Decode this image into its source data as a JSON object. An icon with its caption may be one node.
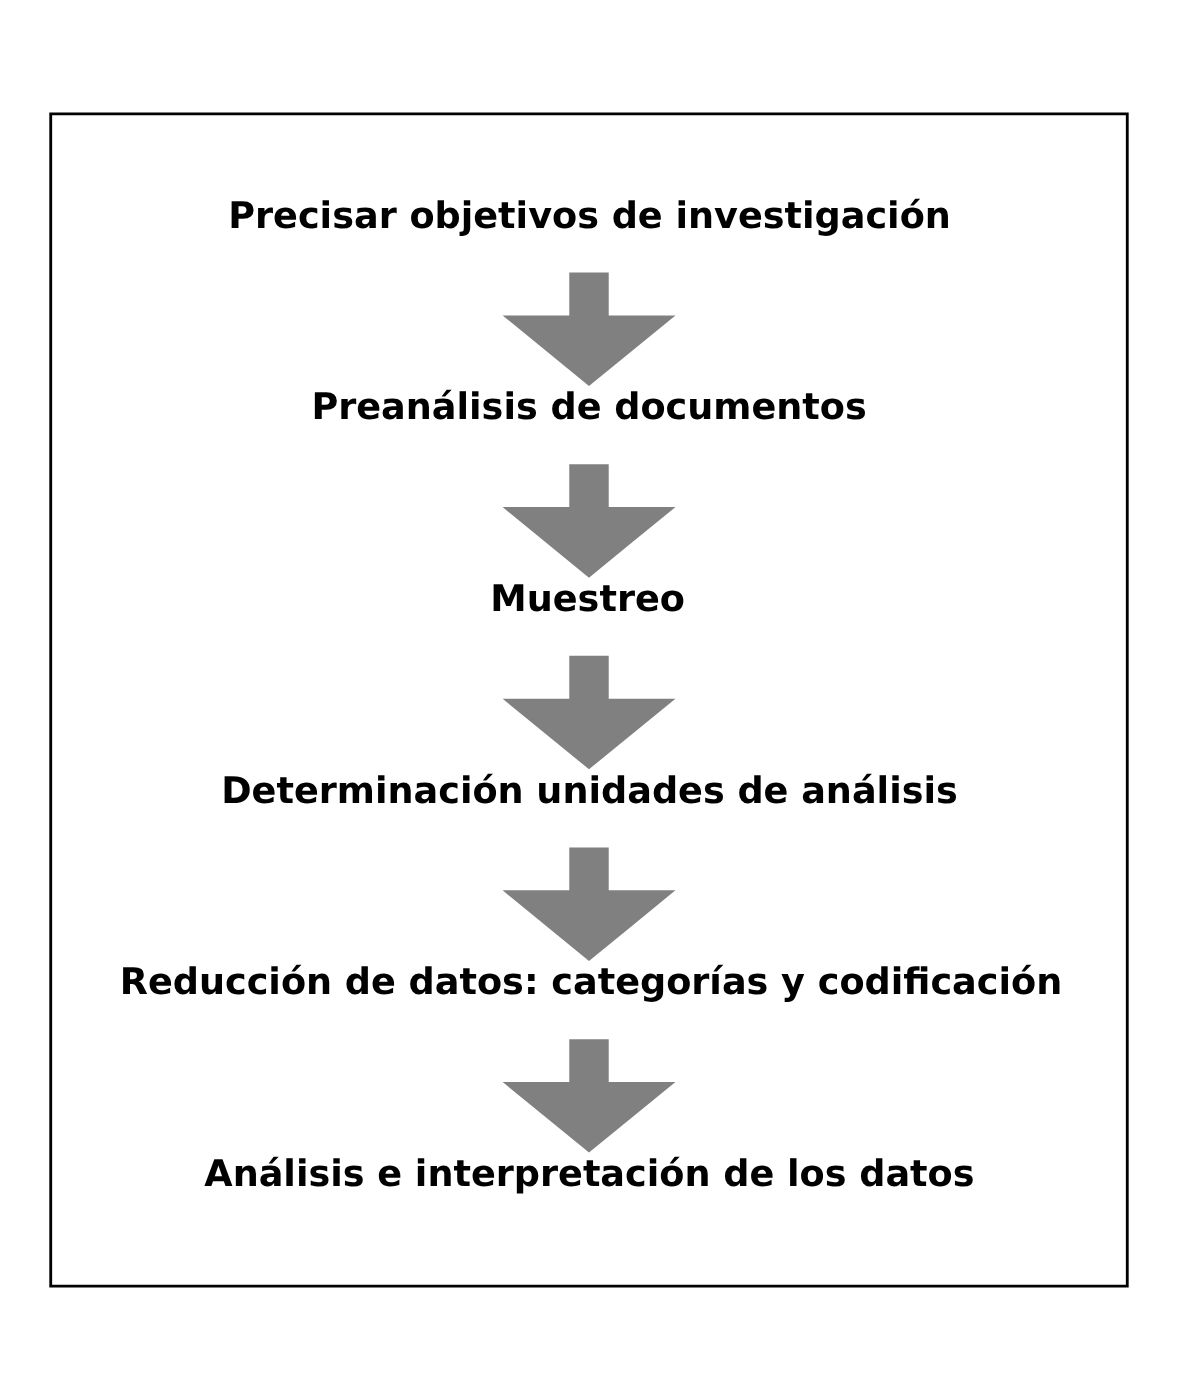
{
  "diagram": {
    "nodes": [
      {
        "text": [],
        "shape": "box"
      },
      {
        "text": [
          "Precisar objetivos de investigación"
        ],
        "in": 0
      },
      {
        "text": [
          "Preanálisis de documentos"
        ],
        "in": 0
      },
      {
        "text": [
          "Muestreo"
        ],
        "in": 0
      },
      {
        "text": [
          "Determinación unidades de análisis"
        ],
        "in": 0
      },
      {
        "text": [
          "Reducción de datos: categorías y codificación"
        ],
        "in": 0
      },
      {
        "text": [
          "Análisis e interpretación de los datos"
        ],
        "in": 0
      }
    ],
    "edges": [
      {
        "from": 1,
        "to": 2,
        "arrow": "to"
      },
      {
        "from": 2,
        "to": 3,
        "arrow": "to"
      },
      {
        "from": 3,
        "to": 4,
        "arrow": "to"
      },
      {
        "from": 4,
        "to": 5,
        "arrow": "to"
      },
      {
        "from": 5,
        "to": 6,
        "arrow": "to"
      }
    ]
  }
}
